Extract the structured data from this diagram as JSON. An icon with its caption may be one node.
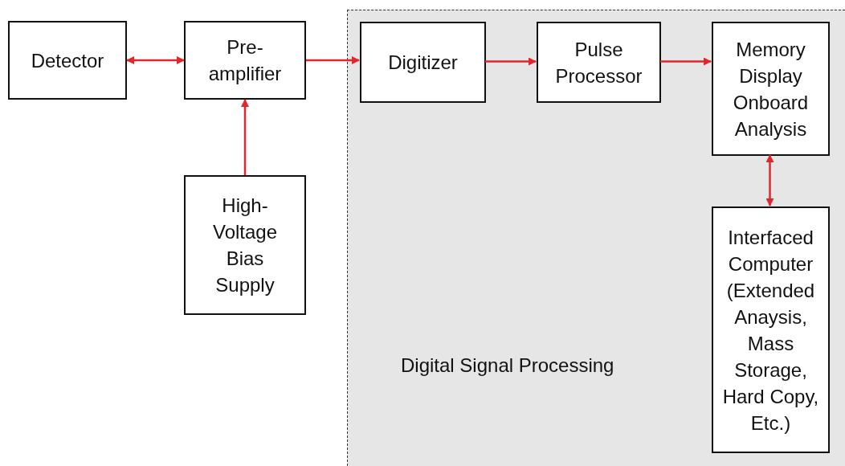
{
  "diagram": {
    "nodes": [
      {
        "text": [
          "Detector"
        ]
      },
      {
        "text": [
          "Pre-amplifier"
        ]
      },
      {
        "text": [
          "High-Voltage Bias Supply"
        ]
      },
      {
        "text": [
          "Digital Signal Processing"
        ]
      },
      {
        "text": [
          "Digitizer"
        ],
        "in": 3
      },
      {
        "text": [
          "Pulse Processor"
        ],
        "in": 3
      },
      {
        "text": [
          "Memory Display Onboard Analysis"
        ],
        "in": 3
      },
      {
        "text": [
          "Interfaced Computer (Extended Anaysis, Mass Storage, Hard Copy, Etc.)"
        ],
        "in": 3
      }
    ],
    "edges": [
      {
        "from": 0,
        "to": 1,
        "arrow": "both"
      },
      {
        "from": 2,
        "to": 1,
        "arrow": "to"
      },
      {
        "from": 1,
        "to": 4,
        "arrow": "to"
      },
      {
        "from": 4,
        "to": 5,
        "arrow": "to"
      },
      {
        "from": 5,
        "to": 6,
        "arrow": "to"
      },
      {
        "from": 6,
        "to": 7,
        "arrow": "both"
      }
    ]
  }
}
